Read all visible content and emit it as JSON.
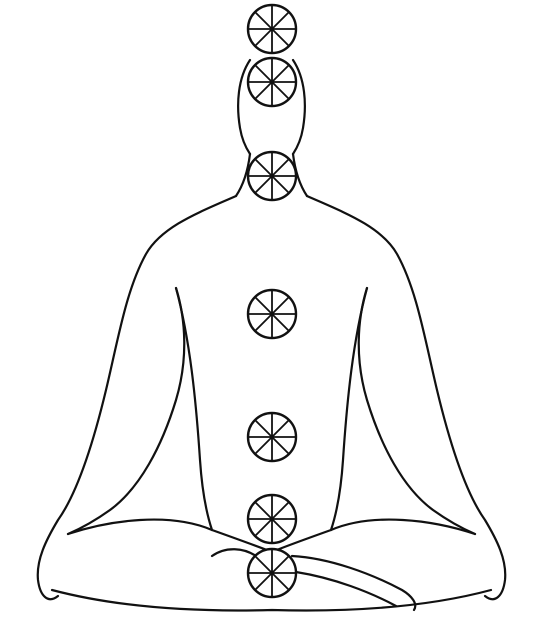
{
  "colors": {
    "background": "#ffffff",
    "line": "#111111"
  },
  "figure": {
    "subject": "seated-meditation-silhouette",
    "chakra_count": 7,
    "chakra_icon": "eight-spoke-wheel",
    "spokes_per_wheel": 8
  }
}
